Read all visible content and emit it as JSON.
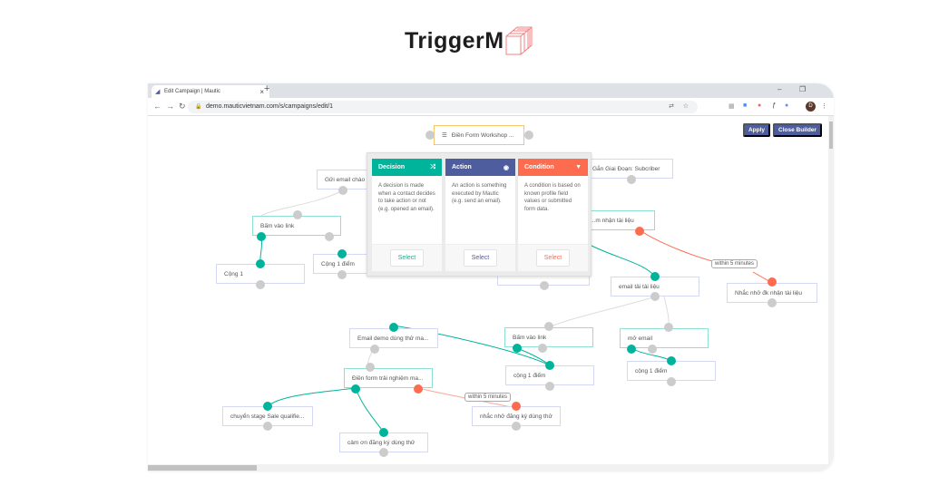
{
  "brand": {
    "name": "TriggerM"
  },
  "browser": {
    "tab_title": "Edit Campaign | Mautic",
    "url": "demo.mauticvietnam.com/s/campaigns/edit/1",
    "profile_initial": "D"
  },
  "toolbar": {
    "apply": "Apply",
    "close_builder": "Close Builder"
  },
  "nodes": {
    "start": "Điền Form Workshop ...",
    "send_welcome": "Gửi email chào ...",
    "stage_subscriber": "Gắn Giai Đoạn: Subcriber",
    "click_link_1": "Bấm vào link",
    "add_1": "Cộng 1",
    "add_1_point_a": "Cộng 1 điểm",
    "form_docs": "...m nhận tài liệu",
    "email_docs": "email tải tài liệu",
    "remind_docs": "Nhắc nhở đk nhận tài liệu",
    "email_demo": "Email demo dùng thử ma...",
    "click_link_2": "Bấm vào link",
    "open_email": "mở email",
    "add_1_point_b": "cộng 1 điểm",
    "add_1_point_c": "cộng 1 điểm",
    "form_trial": "Điền form trải nghiệm ma...",
    "stage_sql": "chuyển stage Sale qualifie...",
    "remind_trial": "nhắc nhở đăng ký dùng thử",
    "thanks_trial": "cảm ơn đăng ký dùng thử"
  },
  "delays": {
    "d1": "within 5 minutes",
    "d2": "within 5 minutes"
  },
  "popup": {
    "decision": {
      "title": "Decision",
      "desc": "A decision is made when a contact decides to take action or not (e.g. opened an email).",
      "select": "Select",
      "color": "#00b49c"
    },
    "action": {
      "title": "Action",
      "desc": "An action is something executed by Mautic (e.g. send an email).",
      "select": "Select",
      "color": "#4e5d9d"
    },
    "condition": {
      "title": "Condition",
      "desc": "A condition is based on known profile field values or submitted form data.",
      "select": "Select",
      "color": "#fd6c4e"
    }
  }
}
